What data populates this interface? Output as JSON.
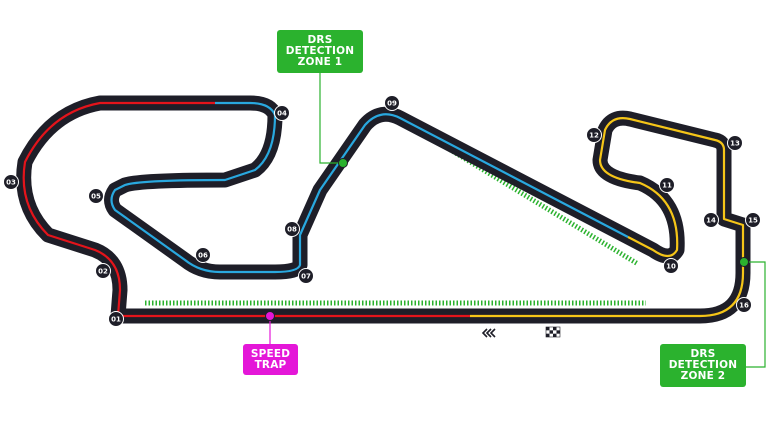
{
  "labels": {
    "drs1": [
      "DRS",
      "DETECTION",
      "ZONE 1"
    ],
    "drs2": [
      "DRS",
      "DETECTION",
      "ZONE 2"
    ],
    "trap": [
      "SPEED",
      "TRAP"
    ]
  },
  "turns": [
    "01",
    "02",
    "03",
    "04",
    "05",
    "06",
    "07",
    "08",
    "09",
    "10",
    "11",
    "12",
    "13",
    "14",
    "15",
    "16"
  ],
  "colors": {
    "track": "#1e1e28",
    "sector1": "#e3141b",
    "sector2": "#29a8df",
    "sector3": "#f5c518",
    "drs": "#2bb22e",
    "speed_trap": "#e417d8",
    "turn_marker": "#1e1e28"
  },
  "icons": {
    "direction": "chevron-double-left-icon",
    "start_finish": "checkered-flag-icon"
  }
}
